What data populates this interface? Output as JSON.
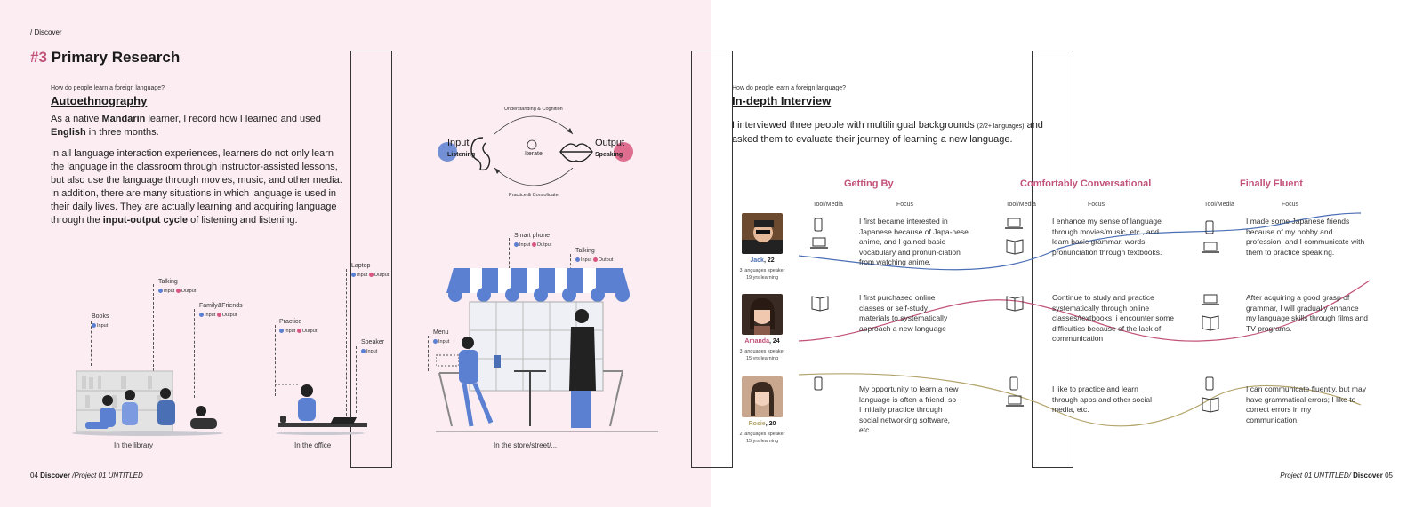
{
  "left": {
    "breadcrumb": "/ Discover",
    "title_num": "#3",
    "title_text": "Primary Research",
    "question": "How do people learn a foreign language?",
    "heading": "Autoethnography",
    "p1_a": "As a native ",
    "p1_b": "Mandarin",
    "p1_c": " learner, I record how I learned and used ",
    "p1_d": "English",
    "p1_e": " in three months.",
    "p2_a": "In all language interaction experiences, learners do not only learn the language in the classroom through instructor-assisted lessons, but also use the language through movies, music, and other media. In addition, there are many situations in which language is used in their daily lives. They are actually learning and acquiring language through the ",
    "p2_b": "input-output cycle",
    "p2_c": " of listening and listening.",
    "cycle": {
      "top": "Understanding & Cognition",
      "bottom": "Practice & Consolidate",
      "input": "Input",
      "listening": "Listening",
      "iterate": "Iterate",
      "output": "Output",
      "speaking": "Speaking"
    },
    "tags": {
      "books": "Books",
      "talking1": "Talking",
      "family": "Family&Friends",
      "practice": "Practice",
      "laptop": "Laptop",
      "speaker": "Speaker",
      "smartphone": "Smart phone",
      "talking2": "Talking",
      "menu": "Menu"
    },
    "io_input": "Input",
    "io_output": "Output",
    "captions": {
      "library": "In the library",
      "office": "In the office",
      "store": "In the store/street/..."
    },
    "footer_num": "04",
    "footer_section": "Discover",
    "footer_project": "/Project 01 UNTITLED"
  },
  "right": {
    "question": "How do people learn a foreign language?",
    "heading": "In-depth Interview",
    "p_a": "I interviewed three people with multilingual backgrounds ",
    "p_small": "(2/2+ languages)",
    "p_b": " and asked them to evaluate their journey of learning a new language.",
    "columns": [
      "Getting By",
      "Comfortably Conversational",
      "Finally Fluent"
    ],
    "sub_tool": "Tool/Media",
    "sub_focus": "Focus",
    "people": [
      {
        "name": "Jack",
        "age": ", 22",
        "langs": "3 languages speaker",
        "years": "19 yrs learning",
        "color": "#4a6fb5"
      },
      {
        "name": "Amanda",
        "age": ", 24",
        "langs": "3 languages speaker",
        "years": "15 yrs learning",
        "color": "#c2527a"
      },
      {
        "name": "Rosie",
        "age": ", 20",
        "langs": "2 languages speaker",
        "years": "15 yrs learning",
        "color": "#b4a36a"
      }
    ],
    "cells": [
      [
        "I first became interested in Japanese because of Japa-nese anime, and I gained basic vocabulary and pronun-ciation from watching anime.",
        "I enhance my sense of language through movies/music, etc., and learn basic grammar, words, pronunciation through textbooks.",
        "I made some Japanese friends because of my hobby and profession, and I communicate with them to practice speaking."
      ],
      [
        "I first purchased online classes or self-study materials to systematically approach a new language",
        "Continue to study and practice systematically through online classes/textbooks; i encounter some difficulties because of the lack of communication",
        "After acquiring a good grasp of grammar, I will gradually enhance my language skills through films and TV programs."
      ],
      [
        "My opportunity to learn a new language is often a friend, so I initially practice through social networking software, etc.",
        "I like to practice and learn through apps and other social media, etc.",
        "I can communicate fluently, but may have grammatical errors; I like to correct errors in my communication."
      ]
    ],
    "footer_project": "Project 01 UNTITLED/",
    "footer_section": "Discover",
    "footer_num": "05"
  },
  "colors": {
    "pink": "#c2527a",
    "blue": "#4a6fb5",
    "olive": "#b4a36a",
    "bg": "#fbedf2"
  }
}
